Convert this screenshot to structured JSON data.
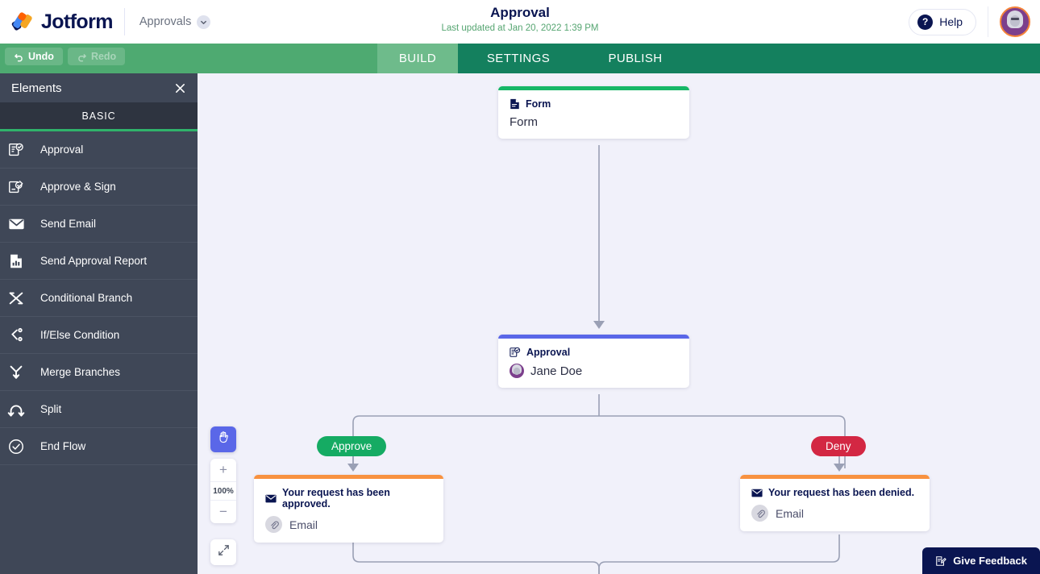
{
  "header": {
    "brand": "Jotform",
    "brand_icon": "jotform-logo-icon",
    "product_menu": "Approvals",
    "chevron_icon": "chevron-down-icon",
    "title": "Approval",
    "subtitle": "Last updated at Jan 20, 2022 1:39 PM",
    "help_label": "Help",
    "help_icon": "question-mark-icon",
    "avatar_icon": "user-avatar"
  },
  "toolbar": {
    "undo_label": "Undo",
    "undo_icon": "undo-arrow-icon",
    "redo_label": "Redo",
    "redo_icon": "redo-arrow-icon",
    "tabs": [
      {
        "label": "BUILD",
        "active": true
      },
      {
        "label": "SETTINGS",
        "active": false
      },
      {
        "label": "PUBLISH",
        "active": false
      }
    ]
  },
  "sidebar": {
    "title": "Elements",
    "close_icon": "close-icon",
    "category": "BASIC",
    "items": [
      {
        "label": "Approval",
        "icon": "approval-document-icon"
      },
      {
        "label": "Approve & Sign",
        "icon": "approve-sign-icon"
      },
      {
        "label": "Send Email",
        "icon": "envelope-icon"
      },
      {
        "label": "Send Approval Report",
        "icon": "report-chart-icon"
      },
      {
        "label": "Conditional Branch",
        "icon": "conditional-branch-icon"
      },
      {
        "label": "If/Else Condition",
        "icon": "if-else-condition-icon"
      },
      {
        "label": "Merge Branches",
        "icon": "merge-branches-icon"
      },
      {
        "label": "Split",
        "icon": "split-icon"
      },
      {
        "label": "End Flow",
        "icon": "end-flow-check-icon"
      }
    ]
  },
  "canvas": {
    "nodes": [
      {
        "id": "form",
        "type_label": "Form",
        "type_icon": "form-document-icon",
        "main_label": "Form",
        "bar_color": "#16b767"
      },
      {
        "id": "approval",
        "type_label": "Approval",
        "type_icon": "approval-document-icon",
        "main_label": "Jane Doe",
        "bar_color": "#5a67e8"
      },
      {
        "id": "email-approved",
        "type_label": "Your request has been approved.",
        "type_icon": "envelope-icon",
        "sub_label": "Email",
        "sub_icon": "paperclip-icon",
        "bar_color": "#f89240"
      },
      {
        "id": "email-denied",
        "type_label": "Your request has been denied.",
        "type_icon": "envelope-icon",
        "sub_label": "Email",
        "sub_icon": "paperclip-icon",
        "bar_color": "#f89240"
      }
    ],
    "badges": [
      {
        "label": "Approve",
        "color": "#15ab63"
      },
      {
        "label": "Deny",
        "color": "#d32743"
      }
    ],
    "controls": {
      "pan_icon": "hand-pan-icon",
      "zoom_in_label": "+",
      "zoom_level": "100%",
      "zoom_out_label": "−",
      "fit_icon": "fit-to-screen-icon"
    }
  },
  "feedback": {
    "label": "Give Feedback",
    "icon": "feedback-pencil-icon"
  }
}
